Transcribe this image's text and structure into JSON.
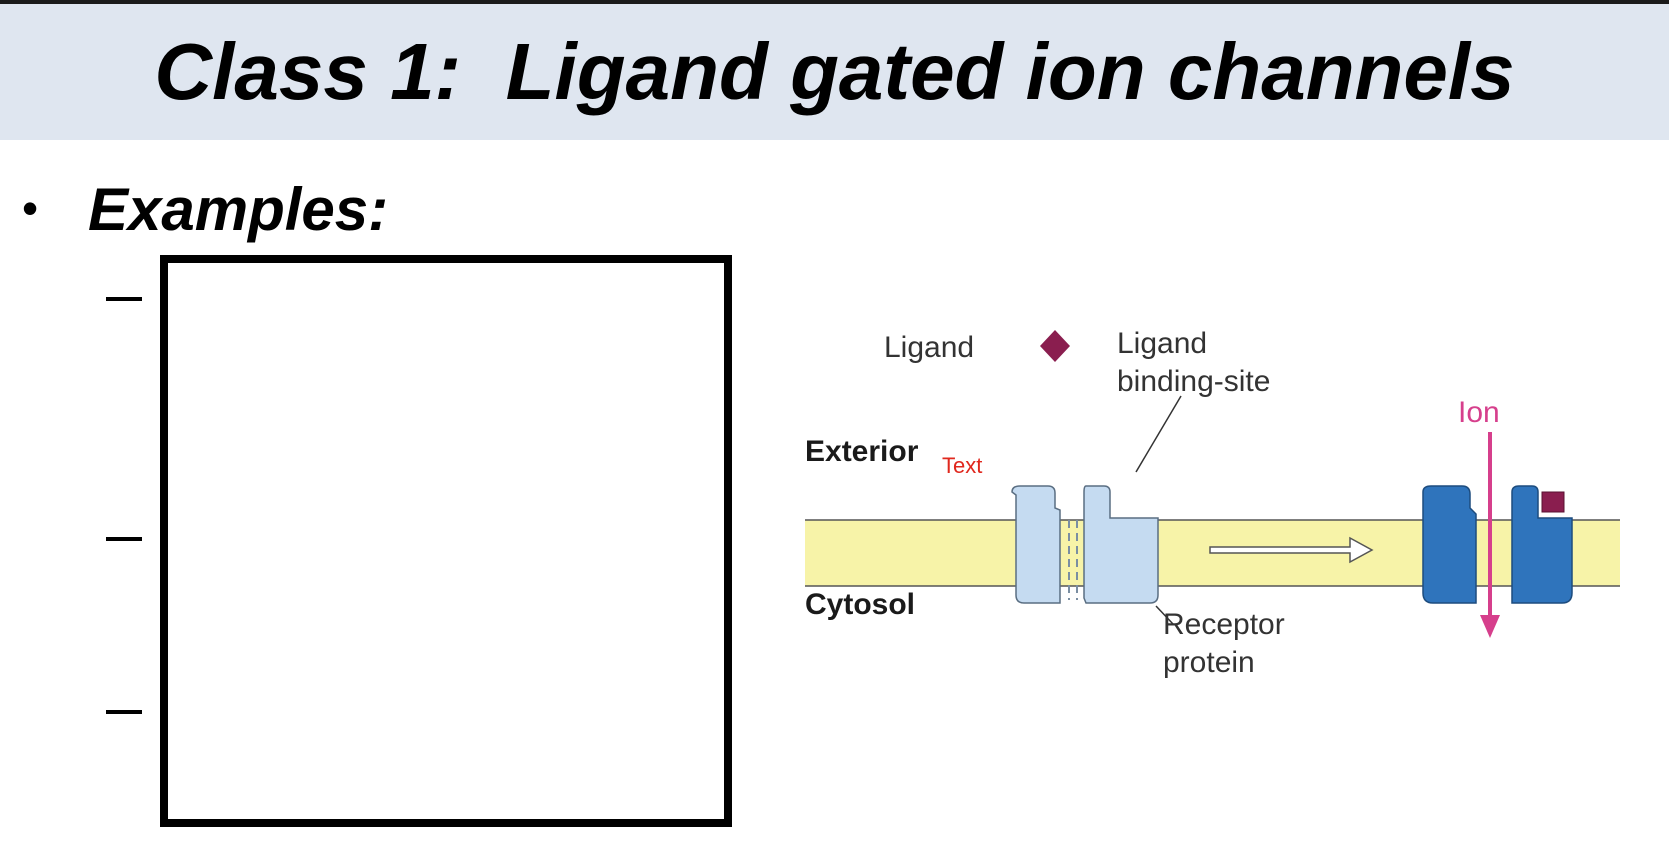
{
  "slide": {
    "title": "Class 1:  Ligand gated ion channels",
    "bullet_symbol": "•",
    "bullet_text": "Examples:",
    "sub_bullets": [
      "–",
      "–",
      "–"
    ]
  },
  "diagram": {
    "labels": {
      "ligand": "Ligand",
      "binding_site_line1": "Ligand",
      "binding_site_line2": "binding-site",
      "exterior": "Exterior",
      "cytosol": "Cytosol",
      "receptor_line1": "Receptor",
      "receptor_line2": "protein",
      "ion": "Ion",
      "stray_text": "Text"
    },
    "colors": {
      "membrane": "#f7f3a8",
      "closed_channel": "#c5dbf1",
      "open_channel": "#2f74bc",
      "ligand": "#8a1e4f",
      "ion_arrow": "#d63f8c",
      "stray_text": "#e0281e"
    },
    "icons": {
      "ligand_marker": "diamond",
      "bound_ligand": "square",
      "transition_arrow": "hollow-arrow-right",
      "ion_flow": "arrow-down"
    }
  }
}
